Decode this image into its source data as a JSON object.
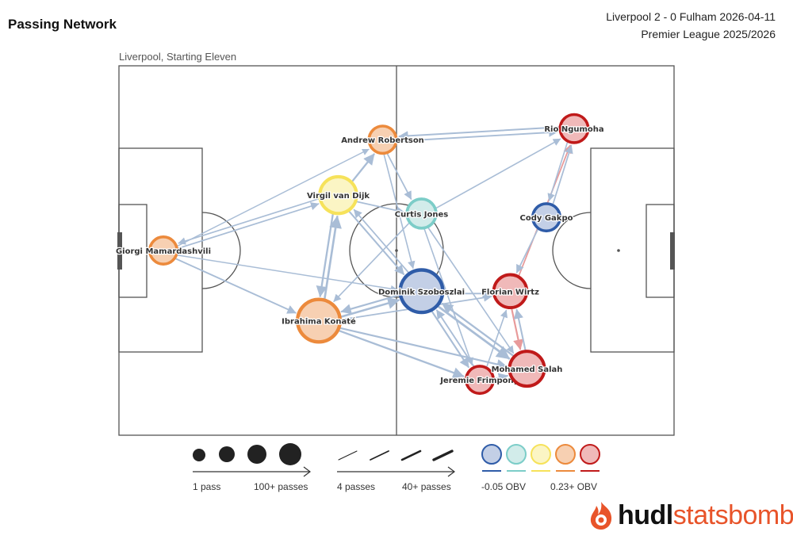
{
  "header": {
    "title": "Passing Network",
    "match": "Liverpool 2 - 0 Fulham 2026-04-11",
    "competition": "Premier League 2025/2026",
    "team_label": "Liverpool, Starting Eleven"
  },
  "colors": {
    "obv_low": "#2f5ca8",
    "obv_mid_low": "#7ccdc8",
    "obv_mid": "#f6e25a",
    "obv_mid_high": "#ec8a3c",
    "obv_high": "#c01a1a",
    "pass_line": "#a9bdd6",
    "highlight_line": "#e89a9a",
    "brand": "#e8542a"
  },
  "chart_data": {
    "type": "passing_network",
    "players": [
      {
        "name": "Giorgi Mamardashvili",
        "x": 0.16,
        "y": 0.5,
        "size": 0.3,
        "obv": "mid_high"
      },
      {
        "name": "Andrew Robertson",
        "x": 0.95,
        "y": 0.2,
        "size": 0.3,
        "obv": "mid_high"
      },
      {
        "name": "Virgil van Dijk",
        "x": 0.79,
        "y": 0.35,
        "size": 0.55,
        "obv": "mid"
      },
      {
        "name": "Curtis Jones",
        "x": 1.09,
        "y": 0.4,
        "size": 0.35,
        "obv": "mid_low"
      },
      {
        "name": "Rio Ngumoha",
        "x": 1.64,
        "y": 0.17,
        "size": 0.32,
        "obv": "high"
      },
      {
        "name": "Cody Gakpo",
        "x": 1.54,
        "y": 0.41,
        "size": 0.3,
        "obv": "low"
      },
      {
        "name": "Dominik Szoboszlai",
        "x": 1.09,
        "y": 0.61,
        "size": 0.7,
        "obv": "low"
      },
      {
        "name": "Florian Wirtz",
        "x": 1.41,
        "y": 0.61,
        "size": 0.45,
        "obv": "high"
      },
      {
        "name": "Ibrahima Konaté",
        "x": 0.72,
        "y": 0.69,
        "size": 0.7,
        "obv": "mid_high"
      },
      {
        "name": "Jeremie Frimpong",
        "x": 1.3,
        "y": 0.85,
        "size": 0.3,
        "obv": "high"
      },
      {
        "name": "Mohamed Salah",
        "x": 1.47,
        "y": 0.82,
        "size": 0.5,
        "obv": "high"
      }
    ],
    "passes": [
      {
        "from": "Rio Ngumoha",
        "to": "Andrew Robertson",
        "weight": 0.35
      },
      {
        "from": "Andrew Robertson",
        "to": "Rio Ngumoha",
        "weight": 0.3
      },
      {
        "from": "Giorgi Mamardashvili",
        "to": "Virgil van Dijk",
        "weight": 0.25
      },
      {
        "from": "Virgil van Dijk",
        "to": "Giorgi Mamardashvili",
        "weight": 0.2
      },
      {
        "from": "Giorgi Mamardashvili",
        "to": "Andrew Robertson",
        "weight": 0.15
      },
      {
        "from": "Giorgi Mamardashvili",
        "to": "Ibrahima Konaté",
        "weight": 0.3
      },
      {
        "from": "Giorgi Mamardashvili",
        "to": "Dominik Szoboszlai",
        "weight": 0.15
      },
      {
        "from": "Ibrahima Konaté",
        "to": "Virgil van Dijk",
        "weight": 0.55
      },
      {
        "from": "Virgil van Dijk",
        "to": "Ibrahima Konaté",
        "weight": 0.45
      },
      {
        "from": "Virgil van Dijk",
        "to": "Andrew Robertson",
        "weight": 0.45
      },
      {
        "from": "Andrew Robertson",
        "to": "Curtis Jones",
        "weight": 0.25
      },
      {
        "from": "Andrew Robertson",
        "to": "Dominik Szoboszlai",
        "weight": 0.2
      },
      {
        "from": "Virgil van Dijk",
        "to": "Curtis Jones",
        "weight": 0.25
      },
      {
        "from": "Virgil van Dijk",
        "to": "Dominik Szoboszlai",
        "weight": 0.35
      },
      {
        "from": "Curtis Jones",
        "to": "Rio Ngumoha",
        "weight": 0.2
      },
      {
        "from": "Curtis Jones",
        "to": "Ibrahima Konaté",
        "weight": 0.2
      },
      {
        "from": "Curtis Jones",
        "to": "Mohamed Salah",
        "weight": 0.2
      },
      {
        "from": "Curtis Jones",
        "to": "Jeremie Frimpong",
        "weight": 0.2
      },
      {
        "from": "Ibrahima Konaté",
        "to": "Dominik Szoboszlai",
        "weight": 0.5
      },
      {
        "from": "Dominik Szoboszlai",
        "to": "Ibrahima Konaté",
        "weight": 0.4
      },
      {
        "from": "Ibrahima Konaté",
        "to": "Jeremie Frimpong",
        "weight": 0.45
      },
      {
        "from": "Ibrahima Konaté",
        "to": "Mohamed Salah",
        "weight": 0.4
      },
      {
        "from": "Ibrahima Konaté",
        "to": "Florian Wirtz",
        "weight": 0.25
      },
      {
        "from": "Dominik Szoboszlai",
        "to": "Mohamed Salah",
        "weight": 0.6
      },
      {
        "from": "Mohamed Salah",
        "to": "Dominik Szoboszlai",
        "weight": 0.45
      },
      {
        "from": "Dominik Szoboszlai",
        "to": "Florian Wirtz",
        "weight": 0.3
      },
      {
        "from": "Dominik Szoboszlai",
        "to": "Jeremie Frimpong",
        "weight": 0.35
      },
      {
        "from": "Jeremie Frimpong",
        "to": "Dominik Szoboszlai",
        "weight": 0.3
      },
      {
        "from": "Florian Wirtz",
        "to": "Mohamed Salah",
        "weight": 0.4
      },
      {
        "from": "Mohamed Salah",
        "to": "Florian Wirtz",
        "weight": 0.35
      },
      {
        "from": "Florian Wirtz",
        "to": "Rio Ngumoha",
        "weight": 0.25
      },
      {
        "from": "Cody Gakpo",
        "to": "Rio Ngumoha",
        "weight": 0.25
      },
      {
        "from": "Rio Ngumoha",
        "to": "Cody Gakpo",
        "weight": 0.2
      },
      {
        "from": "Cody Gakpo",
        "to": "Florian Wirtz",
        "weight": 0.25
      },
      {
        "from": "Jeremie Frimpong",
        "to": "Mohamed Salah",
        "weight": 0.35
      },
      {
        "from": "Jeremie Frimpong",
        "to": "Florian Wirtz",
        "weight": 0.2
      },
      {
        "from": "Dominik Szoboszlai",
        "to": "Virgil van Dijk",
        "weight": 0.25
      }
    ],
    "highlight_passes": [
      {
        "from": "Florian Wirtz",
        "to": "Mohamed Salah"
      },
      {
        "from": "Florian Wirtz",
        "to": "Rio Ngumoha"
      }
    ]
  },
  "legend": {
    "size_min": "1 pass",
    "size_max": "100+ passes",
    "width_min": "4 passes",
    "width_max": "40+ passes",
    "obv_min": "-0.05 OBV",
    "obv_max": "0.23+ OBV"
  },
  "brand": {
    "name_a": "hudl",
    "name_b": "statsbomb"
  }
}
